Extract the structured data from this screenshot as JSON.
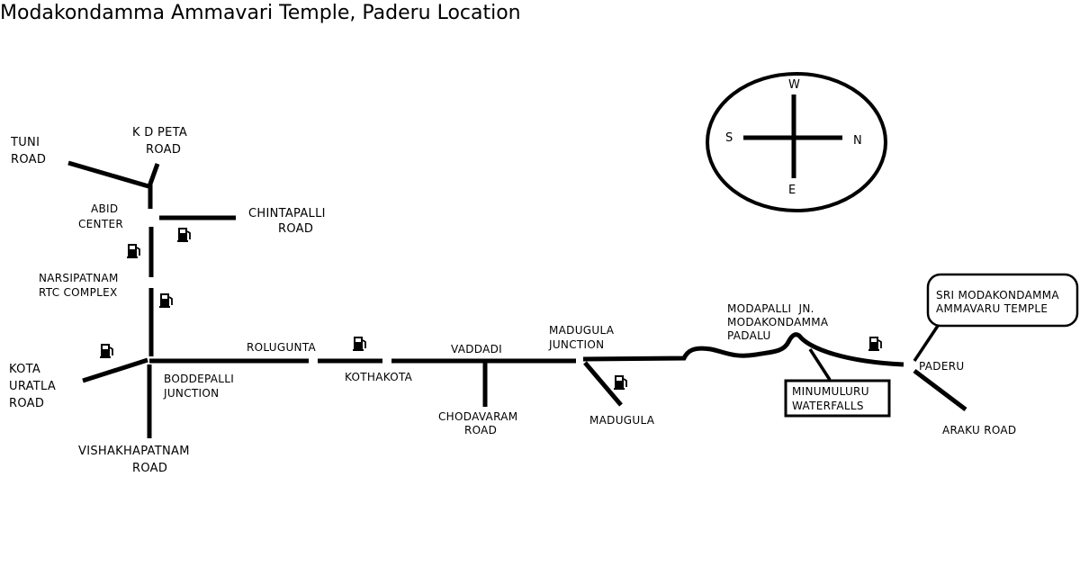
{
  "title": "Modakondamma Ammavari Temple, Paderu Location",
  "compass": {
    "west": "W",
    "south": "S",
    "north": "N",
    "east": "E"
  },
  "places": {
    "tuni_road": [
      "TUNI",
      "ROAD"
    ],
    "kd_peta_road": [
      "K D PETA",
      "ROAD"
    ],
    "abid_center": [
      "ABID",
      "CENTER"
    ],
    "chintapalli_road": [
      "CHINTAPALLI",
      "ROAD"
    ],
    "narsipatnam_rtc": [
      "NARSIPATNAM",
      "RTC COMPLEX"
    ],
    "kota_uratla_road": [
      "KOTA",
      "URATLA",
      "ROAD"
    ],
    "boddepalli_junction": [
      "BODDEPALLI",
      "JUNCTION"
    ],
    "vishakhapatnam_road": [
      "VISHAKHAPATNAM",
      "ROAD"
    ],
    "rolugunta": "ROLUGUNTA",
    "kothakota": "KOTHAKOTA",
    "vaddadi": "VADDADI",
    "chodavaram_road": [
      "CHODAVARAM",
      "ROAD"
    ],
    "madugula_junction": [
      "MADUGULA",
      "JUNCTION"
    ],
    "madugula": "MADUGULA",
    "modapalli_jn": [
      "MODAPALLI  JN.",
      "MODAKONDAMMA",
      "PADALU"
    ],
    "minumuluru_waterfalls": [
      "MINUMULURU",
      "WATERFALLS"
    ],
    "paderu": "PADERU",
    "araku_road": "ARAKU ROAD",
    "temple": [
      "SRI MODAKONDAMMA",
      "AMMAVARU TEMPLE"
    ]
  },
  "icons": [
    "fuel-pump-icon"
  ]
}
